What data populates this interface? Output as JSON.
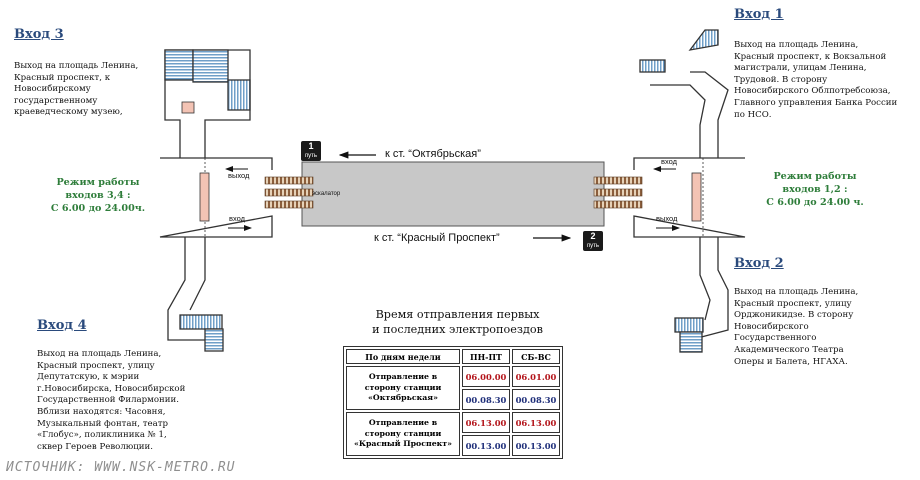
{
  "entrances": [
    {
      "title": "Вход 1",
      "description": "Выход на площадь Ленина,\nКрасный проспект, к Вокзальной\nмагистрали, улицам Ленина,\nТрудовой. В сторону\nНовосибирского Облпотребсоюза,\nГлавного управления Банка России\nпо НСО."
    },
    {
      "title": "Вход 2",
      "description": "Выход на площадь Ленина,\nКрасный проспект, улицу\nОрджоникидзе. В сторону\nНовосибирского\nГосударственного\nАкадемического Театра\nОперы и Балета, НГАХА."
    },
    {
      "title": "Вход 3",
      "description": "Выход на площадь Ленина,\nКрасный проспект, к\nНовосибирскому\nгосударственному\nкраеведческому музею,"
    },
    {
      "title": "Вход 4",
      "description": "Выход на площадь Ленина,\nКрасный проспект, улицу\nДепутатскую, к мэрии\nг.Новосибирска, Новосибирской\nГосударственной Филармонии.\nВблизи находятся: Часовня,\nМузыкальный фонтан, театр\n«Глобус», поликлиника № 1,\nсквер Героев Революции."
    }
  ],
  "hours": {
    "left": "Режим работы\nвходов 3,4 :\nС 6.00 до 24.00ч.",
    "right": "Режим работы\nвходов 1,2 :\nС 6.00 до 24.00 ч."
  },
  "tracks": {
    "word": "путь",
    "track1": {
      "number": "1",
      "direction": "к ст. “Октябрьская”"
    },
    "track2": {
      "number": "2",
      "direction": "к ст. “Красный Проспект”"
    }
  },
  "vestibule_labels": {
    "exit": "выход",
    "entry": "вход",
    "escalator": "эскалатор"
  },
  "schedule": {
    "title": "Время отправления первых\nи последних электропоездов",
    "header_days": "По дням недели",
    "col_weekdays": "ПН-ПТ",
    "col_weekend": "СБ-ВС",
    "rows": [
      {
        "label": "Отправление в\nсторону станции\n«Октябрьская»",
        "first": {
          "weekdays": "06.00.00",
          "weekend": "06.01.00"
        },
        "last": {
          "weekdays": "00.08.30",
          "weekend": "00.08.30"
        }
      },
      {
        "label": "Отправление в\nсторону станции\n«Красный Проспект»",
        "first": {
          "weekdays": "06.13.00",
          "weekend": "06.13.00"
        },
        "last": {
          "weekdays": "00.13.00",
          "weekend": "00.13.00"
        }
      }
    ]
  },
  "source": "ИСТОЧНИК: WWW.NSK-METRO.RU",
  "colors": {
    "platform": "#c8c8c8",
    "escalator_brown": "#8b5e3c",
    "stairs_blue": "#6f9fc8",
    "hours_green": "#2e7d3a",
    "entrance_title": "#2a4a7c",
    "first_train": "#b3141a",
    "last_train": "#1f2f7a"
  }
}
